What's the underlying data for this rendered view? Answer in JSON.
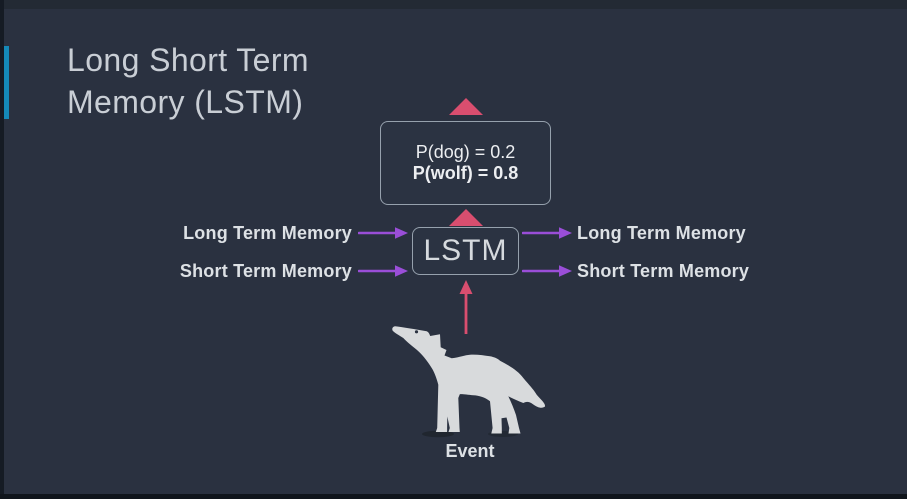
{
  "slide": {
    "title": {
      "line1": "Long Short Term",
      "line2": "Memory (LSTM)"
    }
  },
  "diagram": {
    "prediction_box": {
      "line1": "P(dog) = 0.2",
      "line2": "P(wolf) = 0.8"
    },
    "lstm_label": "LSTM",
    "inputs": [
      "Long Term Memory",
      "Short Term Memory"
    ],
    "outputs": [
      "Long Term Memory",
      "Short Term Memory"
    ],
    "event_label": "Event"
  },
  "icons": {
    "wolf": "wolf-silhouette",
    "output_arrow": "triangle-up",
    "lstm_to_prediction_arrow": "triangle-up",
    "event_arrow": "arrow-up",
    "memory_arrows": "arrow-right"
  },
  "colors": {
    "background": "#2a3140",
    "accent_teal": "#1589b8",
    "arrow_pink": "#d94e6f",
    "arrow_purple": "#9a4ed8",
    "box_border": "#96a1ad",
    "title_text": "#c9ced5",
    "label_text": "#dde1e5",
    "wolf_fill": "#d8dadc"
  }
}
